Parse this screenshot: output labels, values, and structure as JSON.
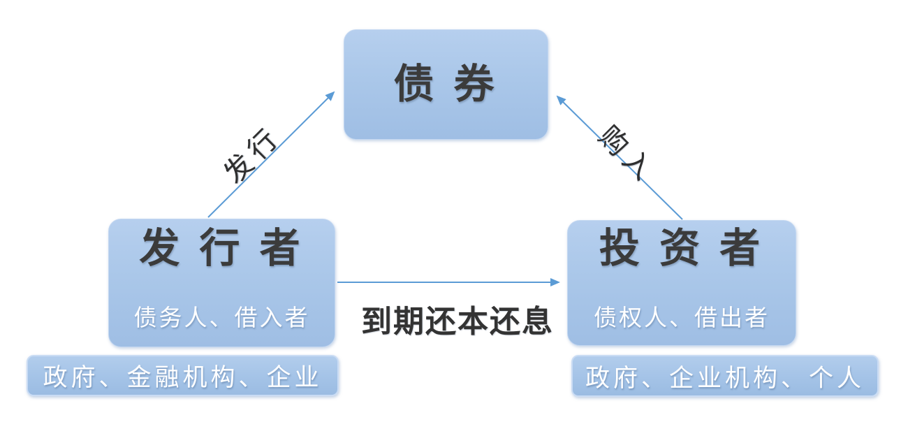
{
  "diagram": {
    "bond": {
      "label": "债 券"
    },
    "issuer": {
      "title": "发 行 者",
      "subtitle": "债务人、借入者",
      "examples": "政府、金融机构、企业"
    },
    "investor": {
      "title": "投 资 者",
      "subtitle": "债权人、借出者",
      "examples": "政府、企业机构、个人"
    },
    "arrows": {
      "issue": {
        "label": "发行",
        "from": "issuer",
        "to": "bond"
      },
      "purchase": {
        "label": "购入",
        "from": "investor",
        "to": "bond"
      },
      "repay": {
        "label": "到期还本还息",
        "from": "issuer",
        "to": "investor"
      }
    },
    "colors": {
      "box_fill_top": "#b6cfee",
      "box_fill_bottom": "#9fbee4",
      "box_border": "#c3d7f1",
      "arrow": "#5b9bd5",
      "title_text": "#3b3b3b",
      "subtitle_text": "#ffffff"
    }
  }
}
